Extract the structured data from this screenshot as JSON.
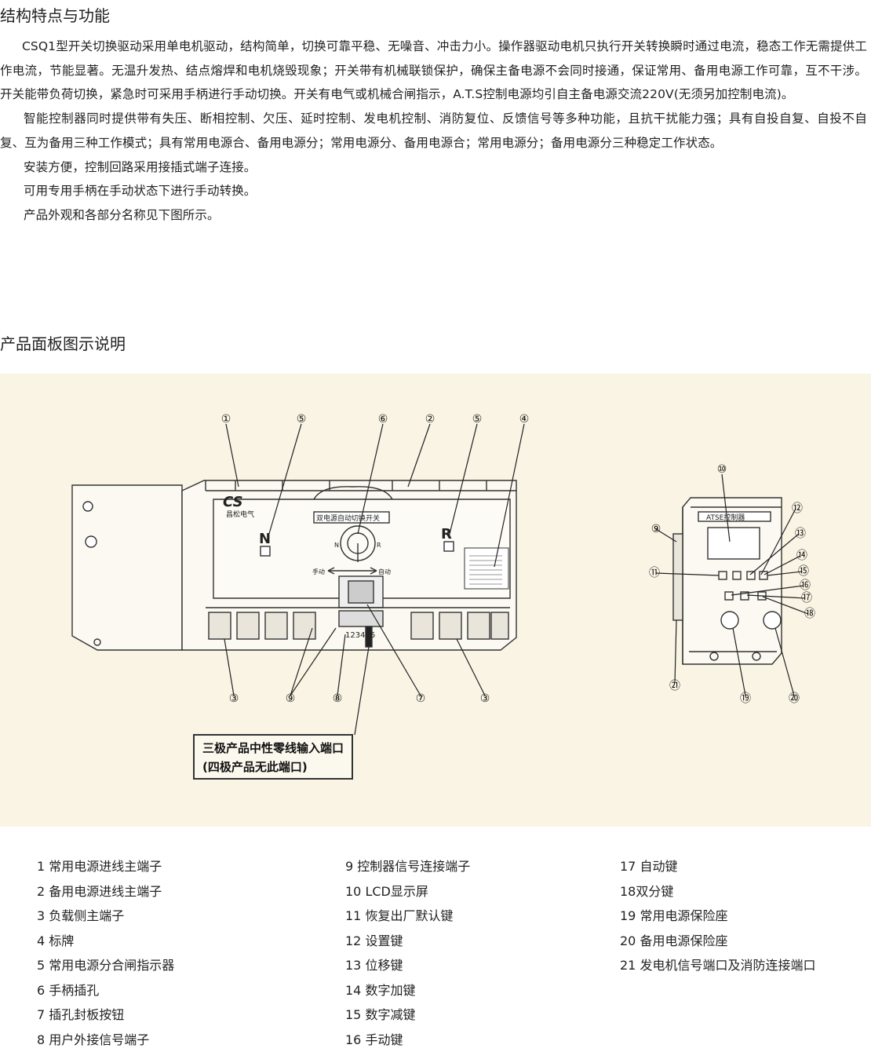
{
  "section1": {
    "title": "结构特点与功能",
    "paragraphs": [
      "CSQ1型开关切换驱动采用单电机驱动，结构简单，切换可靠平稳、无噪音、冲击力小。操作器驱动电机只执行开关转换瞬时通过电流，稳态工作无需提供工作电流，节能显著。无温升发热、结点熔焊和电机烧毁现象；开关带有机械联锁保护，确保主备电源不会同时接通，保证常用、备用电源工作可靠，互不干涉。开关能带负荷切换，紧急时可采用手柄进行手动切换。开关有电气或机械合闸指示，A.T.S控制电源均引自主备电源交流220V(无须另加控制电流)。",
      "智能控制器同时提供带有失压、断相控制、欠压、延时控制、发电机控制、消防复位、反馈信号等多种功能，且抗干扰能力强；具有自投自复、自投不自复、互为备用三种工作模式；具有常用电源合、备用电源分；常用电源分、备用电源合；常用电源分；备用电源分三种稳定工作状态。",
      "安装方便，控制回路采用接插式端子连接。",
      "可用专用手柄在手动状态下进行手动转换。",
      "产品外观和各部分名称见下图所示。"
    ]
  },
  "section2": {
    "title": "产品面板图示说明"
  },
  "diagram": {
    "brand_logo": "CS",
    "brand_name": "昌松电气",
    "switch_label": "双电源自动切换开关",
    "indicator_n": "N",
    "indicator_r": "R",
    "handle_n": "N",
    "handle_r": "R",
    "manual_label": "手动",
    "auto_label": "自动",
    "terminal_numbers": "123456",
    "controller_title": "ATSE控制器",
    "callout_numbers": [
      "①",
      "⑤",
      "⑥",
      "②",
      "⑤",
      "④",
      "⑩",
      "⑨",
      "⑪",
      "⑫",
      "⑬",
      "⑭",
      "⑮",
      "⑯",
      "⑰",
      "⑱",
      "③",
      "⑨",
      "⑧",
      "⑦",
      "③",
      "㉑",
      "⑲",
      "⑳"
    ],
    "neutral_port_label_line1": "三极产品中性零线输入端口",
    "neutral_port_label_line2": "(四极产品无此端口)"
  },
  "parts": {
    "col1": [
      "1 常用电源进线主端子",
      "2 备用电源进线主端子",
      "3 负载侧主端子",
      "4 标牌",
      "5 常用电源分合闸指示器",
      "6 手柄插孔",
      "7 插孔封板按钮",
      "8 用户外接信号端子"
    ],
    "col2": [
      "9 控制器信号连接端子",
      "10 LCD显示屏",
      "11 恢复出厂默认键",
      "12 设置键",
      "13 位移键",
      "14 数字加键",
      "15 数字减键",
      "16 手动键"
    ],
    "col3": [
      "17 自动键",
      "18双分键",
      "19 常用电源保险座",
      "20 备用电源保险座",
      "21 发电机信号端口及消防连接端口"
    ]
  }
}
